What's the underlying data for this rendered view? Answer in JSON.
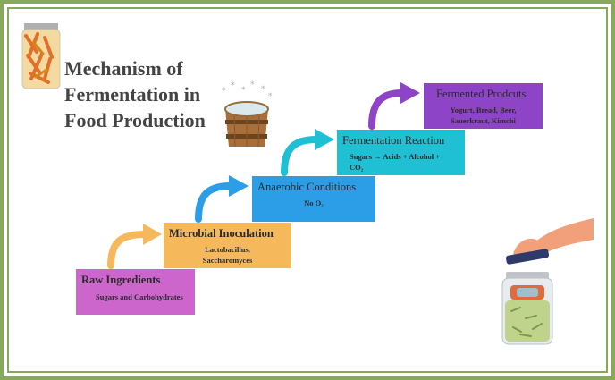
{
  "title": {
    "line1": "Mechanism of",
    "line2": "Fermentation in",
    "line3": "Food Production"
  },
  "steps": [
    {
      "label": "Raw Ingredients",
      "desc": "Sugars and Carbohydrates",
      "color": "#cc66cc"
    },
    {
      "label": "Microbial Inoculation",
      "desc_line1": "Lactobacillus,",
      "desc_line2": "Saccharomyces",
      "color": "#f5b95c"
    },
    {
      "label": "Anaerobic Conditions",
      "desc": "No O₂",
      "color": "#2c9ee8"
    },
    {
      "label": "Fermentation Reaction",
      "desc": "Sugars → Acids + Alcohol + CO₂",
      "color": "#1fbfd4"
    },
    {
      "label": "Fermented Prodcuts",
      "desc_line1": "Yogurt, Bread, Beer,",
      "desc_line2": "Sauerkraut, Kimchi",
      "color": "#8e44c7"
    }
  ],
  "arrow_colors": [
    "#f5b95c",
    "#2c9ee8",
    "#1fbfd4",
    "#8e44c7"
  ],
  "frame_color": "#86a95c",
  "icons": [
    "pickled-vegetable-jar-icon",
    "wooden-steamer-icon",
    "hand-opening-jar-icon"
  ]
}
